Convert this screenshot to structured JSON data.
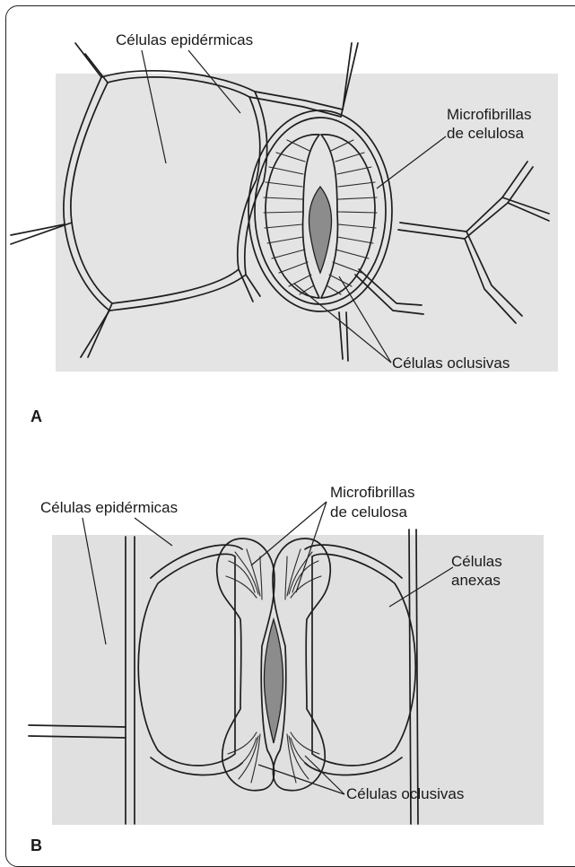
{
  "panel_a": {
    "tag": "A",
    "labels": {
      "epidermal": "Células epidérmicas",
      "fibrils_1": "Microfibrillas",
      "fibrils_2": "de celulosa",
      "guard": "Células oclusivas"
    }
  },
  "panel_b": {
    "tag": "B",
    "labels": {
      "epidermal": "Células epidérmicas",
      "fibrils_1": "Microfibrillas",
      "fibrils_2": "de celulosa",
      "subsidiary_1": "Células",
      "subsidiary_2": "anexas",
      "guard": "Células oclusivas"
    }
  },
  "colors": {
    "background_tint": "#e4e4e4",
    "pore": "#8c8c8c",
    "line": "#1e1e1e"
  }
}
